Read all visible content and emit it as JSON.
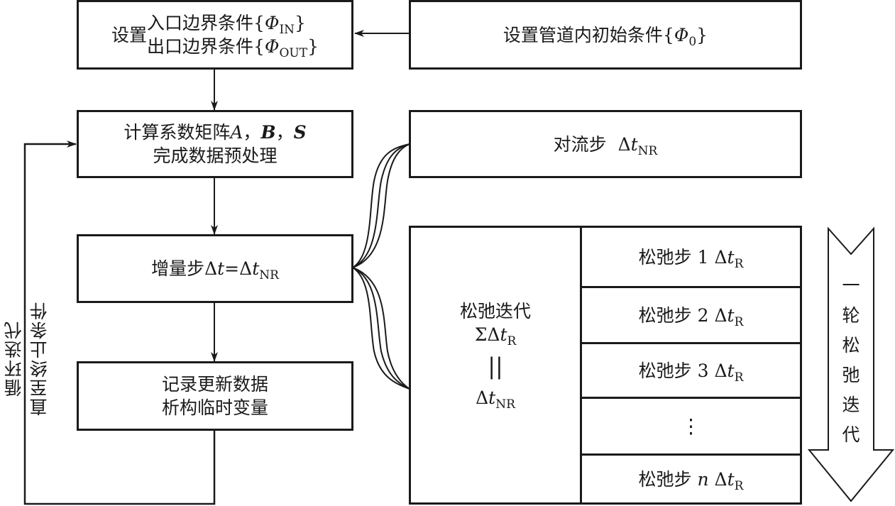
{
  "diagram": {
    "boundary_box": {
      "prefix": "设置",
      "line1": "入口边界条件{",
      "line1_symbol": "Φ",
      "line1_sub": "IN",
      "line1_close": "}",
      "line2": "出口边界条件{",
      "line2_symbol": "Φ",
      "line2_sub": "OUT",
      "line2_close": "}"
    },
    "initial_box": {
      "text": "设置管道内初始条件{",
      "symbol": "Φ",
      "sub": "0",
      "close": "}"
    },
    "matrix_box": {
      "line1_prefix": "计算系数矩阵",
      "var_a": "A",
      "sep1": "，",
      "var_b": "B",
      "sep2": "，",
      "var_s": "S",
      "line2": "完成数据预处理"
    },
    "convection_box": {
      "label": "对流步",
      "delta": "Δ",
      "t": "t",
      "sub": "NR"
    },
    "increment_box": {
      "label": "增量步Δ",
      "t": "t",
      "eq": "=Δ",
      "t2": "t",
      "sub": "NR"
    },
    "record_box": {
      "line1": "记录更新数据",
      "line2": "析构临时变量"
    },
    "loop_label": {
      "line1": "循环迭代",
      "line2": "直至终止条件"
    },
    "relax_block": {
      "title": "松弛迭代",
      "sum": "ΣΔ",
      "sum_t": "t",
      "sum_sub": "R",
      "equals": "||",
      "nr_delta": "Δ",
      "nr_t": "t",
      "nr_sub": "NR",
      "steps": [
        {
          "label": "松弛步",
          "index": "1",
          "italic": false,
          "delta": "Δ",
          "t": "t",
          "sub": "R"
        },
        {
          "label": "松弛步",
          "index": "2",
          "italic": false,
          "delta": "Δ",
          "t": "t",
          "sub": "R"
        },
        {
          "label": "松弛步",
          "index": "3",
          "italic": false,
          "delta": "Δ",
          "t": "t",
          "sub": "R"
        },
        {
          "label": "⋮",
          "index": "",
          "italic": false,
          "delta": "",
          "t": "",
          "sub": ""
        },
        {
          "label": "松弛步",
          "index": "n",
          "italic": true,
          "delta": "Δ",
          "t": "t",
          "sub": "R"
        }
      ]
    },
    "round_arrow": {
      "text": "一轮松弛迭代"
    }
  }
}
